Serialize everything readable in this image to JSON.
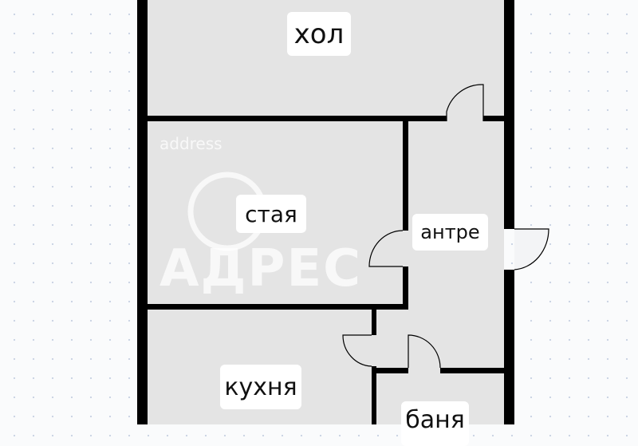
{
  "rooms": {
    "hall": "хол",
    "room": "стая",
    "entrance": "антре",
    "kitchen": "кухня",
    "bathroom": "баня"
  },
  "watermark": {
    "brand": "АДРЕС",
    "sub": "address"
  },
  "colors": {
    "wall": "#000000",
    "floor": "#e4e4e4",
    "background": "#fafbfc"
  }
}
